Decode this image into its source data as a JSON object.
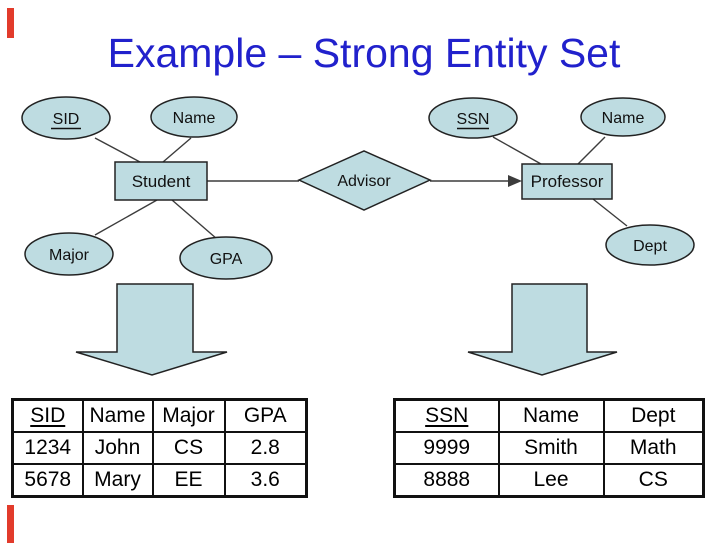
{
  "slide": {
    "title": "Example – Strong Entity Set"
  },
  "colors": {
    "title_blue": "#2121cc",
    "shape_fill": "#bedce1",
    "shape_stroke": "#222222",
    "accent_red": "#e23b2b"
  },
  "diagram": {
    "student_entity": "Student",
    "professor_entity": "Professor",
    "relationship": "Advisor",
    "student_attrs": {
      "sid": "SID",
      "name": "Name",
      "major": "Major",
      "gpa": "GPA"
    },
    "professor_attrs": {
      "ssn": "SSN",
      "name": "Name",
      "dept": "Dept"
    }
  },
  "tables": {
    "student": {
      "headers": [
        "SID",
        "Name",
        "Major",
        "GPA"
      ],
      "rows": [
        [
          "1234",
          "John",
          "CS",
          "2.8"
        ],
        [
          "5678",
          "Mary",
          "EE",
          "3.6"
        ]
      ]
    },
    "professor": {
      "headers": [
        "SSN",
        "Name",
        "Dept"
      ],
      "rows": [
        [
          "9999",
          "Smith",
          "Math"
        ],
        [
          "8888",
          "Lee",
          "CS"
        ]
      ]
    }
  }
}
